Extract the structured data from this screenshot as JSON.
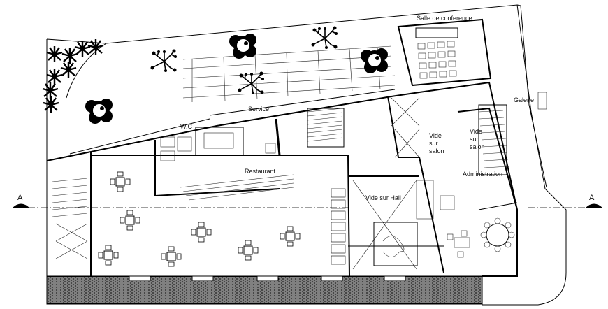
{
  "labels": {
    "conference": "Salle de conference",
    "galerie": "Galerie",
    "service": "Service",
    "wc": "W.C",
    "restaurant": "Restaurant",
    "vide_hall": "Vide sur Hall",
    "vide_salon_1": [
      "Vide",
      "sur",
      "salon"
    ],
    "vide_salon_2": [
      "Vide",
      "sur",
      "salon"
    ],
    "administration": "Administration",
    "section_left": "A",
    "section_right": "A"
  },
  "icons": [
    "tree-icon",
    "palm-icon",
    "table-set-icon",
    "stair-icon",
    "section-marker-icon"
  ]
}
